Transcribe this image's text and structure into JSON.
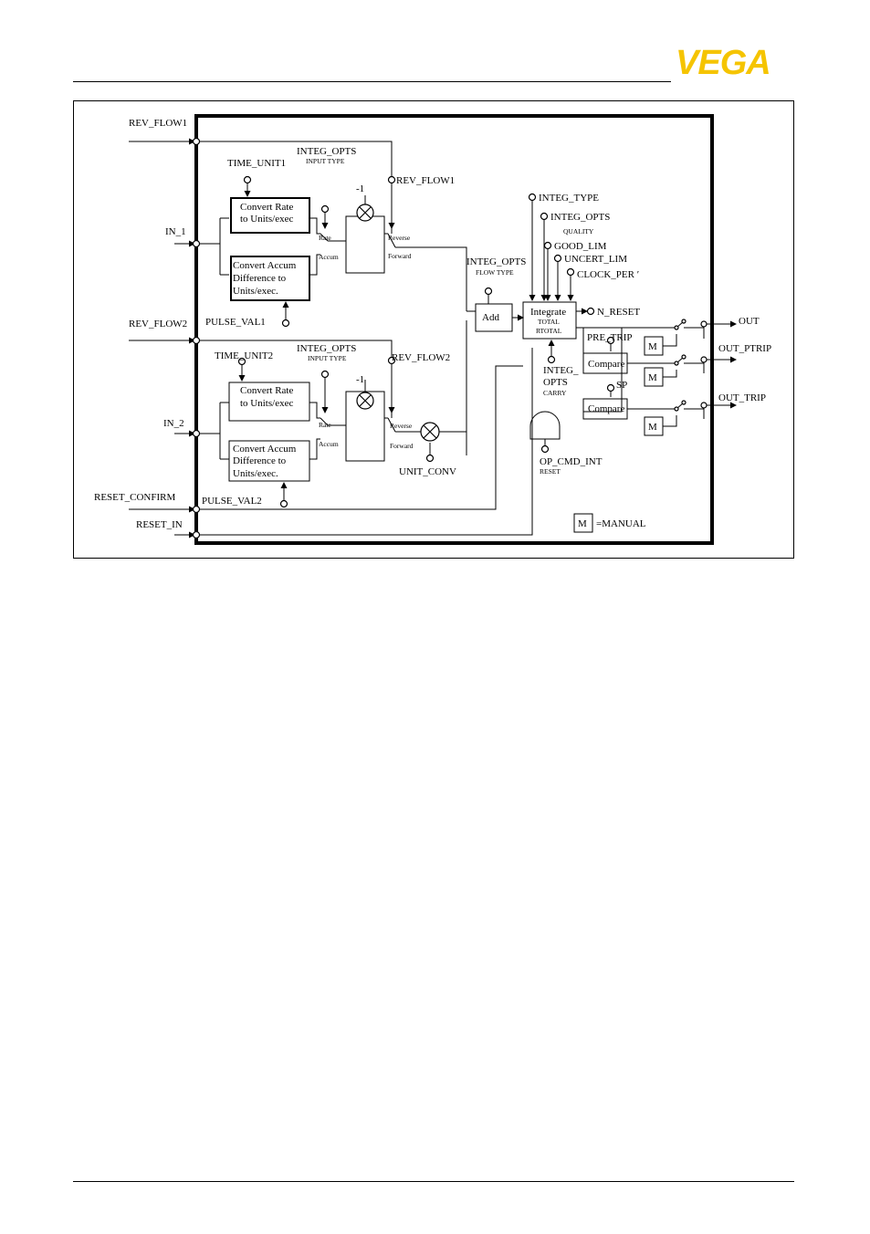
{
  "brand": {
    "logo_text": "VEGA",
    "color": "#f5c400"
  },
  "diagram": {
    "inputs": {
      "rev_flow1": "REV_FLOW1",
      "in_1": "IN_1",
      "rev_flow2": "REV_FLOW2",
      "in_2": "IN_2",
      "reset_confirm": "RESET_CONFIRM",
      "reset_in": "RESET_IN"
    },
    "params": {
      "time_unit1": "TIME_UNIT1",
      "time_unit2": "TIME_UNIT2",
      "pulse_val1": "PULSE_VAL1",
      "pulse_val2": "PULSE_VAL2",
      "integ_opts_a": "INTEG_OPTS",
      "input_type_a": "INPUT TYPE",
      "integ_opts_b": "INTEG_OPTS",
      "input_type_b": "INPUT TYPE",
      "rev_flow1_param": "REV_FLOW1",
      "rev_flow2_param": "REV_FLOW2",
      "minus_one_a": "-1",
      "minus_one_b": "-1",
      "integ_opts_flow": "INTEG_OPTS",
      "flow_type": "FLOW TYPE",
      "integ_type": "INTEG_TYPE",
      "integ_opts_quality": "INTEG_OPTS",
      "quality": "QUALITY",
      "good_lim": "GOOD_LIM",
      "uncert_lim": "UNCERT_LIM",
      "clock_per": "CLOCK_PER ′",
      "n_reset": "N_RESET",
      "pre_trip": "PRE_TRIP",
      "sp": "SP",
      "integ_carry_1": "INTEG_",
      "integ_carry_2": "OPTS",
      "carry": "CARRY",
      "op_cmd_int": "OP_CMD_INT",
      "reset_small": "RESET",
      "unit_conv": "UNIT_CONV"
    },
    "blocks": {
      "convert_rate_1a": "Convert Rate",
      "convert_rate_1b": "to Units/exec",
      "convert_accum_1a": "Convert Accum",
      "convert_accum_1b": "Difference to",
      "convert_accum_1c": "Units/exec.",
      "convert_rate_2a": "Convert Rate",
      "convert_rate_2b": "to Units/exec",
      "convert_accum_2a": "Convert Accum",
      "convert_accum_2b": "Difference to",
      "convert_accum_2c": "Units/exec.",
      "add": "Add",
      "integrate": "Integrate",
      "total": "TOTAL",
      "rtotal": "RTOTAL",
      "compare_1": "Compare",
      "compare_2": "Compare",
      "manual_m1": "M",
      "manual_m2": "M",
      "manual_m3": "M",
      "legend_m": "M",
      "legend_text": "=MANUAL"
    },
    "switch_labels": {
      "rate_1": "Rate",
      "accum_1": "Accum",
      "reverse_1": "Reverse",
      "forward_1": "Forward",
      "rate_2": "Rate",
      "accum_2": "Accum",
      "reverse_2": "Reverse",
      "forward_2": "Forward"
    },
    "outputs": {
      "out": "OUT",
      "out_ptrip": "OUT_PTRIP",
      "out_trip": "OUT_TRIP"
    }
  }
}
